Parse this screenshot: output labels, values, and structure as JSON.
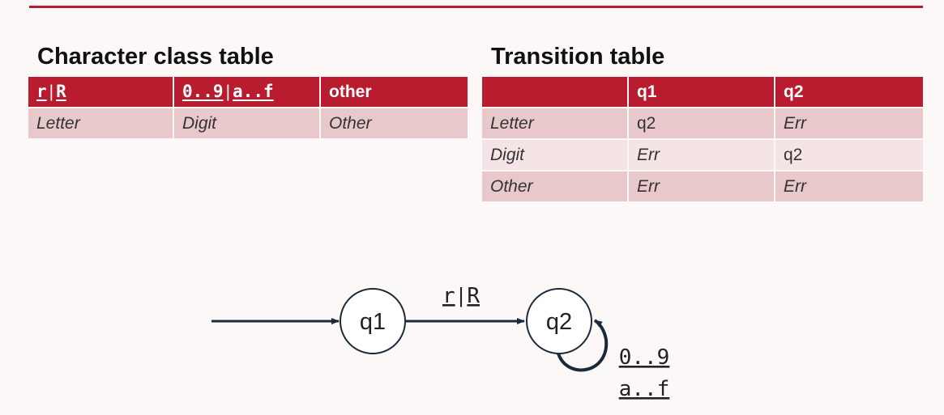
{
  "character_class_table": {
    "title": "Character class table",
    "headers": {
      "col1_a": "r",
      "col1_sep": "|",
      "col1_b": "R",
      "col2_a": "0..9",
      "col2_sep": "|",
      "col2_b": "a..f",
      "col3": "other"
    },
    "row": [
      "Letter",
      "Digit",
      "Other"
    ]
  },
  "transition_table": {
    "title": "Transition table",
    "headers": [
      "",
      "q1",
      "q2"
    ],
    "rows": [
      [
        "Letter",
        "q2",
        "Err"
      ],
      [
        "Digit",
        "Err",
        "q2"
      ],
      [
        "Other",
        "Err",
        "Err"
      ]
    ]
  },
  "automaton": {
    "states": [
      "q1",
      "q2"
    ],
    "edge_q1_q2": {
      "a": "r",
      "sep": "|",
      "b": "R"
    },
    "self_loop_q2": [
      "0..9",
      "a..f"
    ]
  },
  "colors": {
    "accent": "#b81c2e",
    "row_dark": "#e8c8ca",
    "row_light": "#f4e4e5",
    "diagram": "#1b2a3a"
  }
}
